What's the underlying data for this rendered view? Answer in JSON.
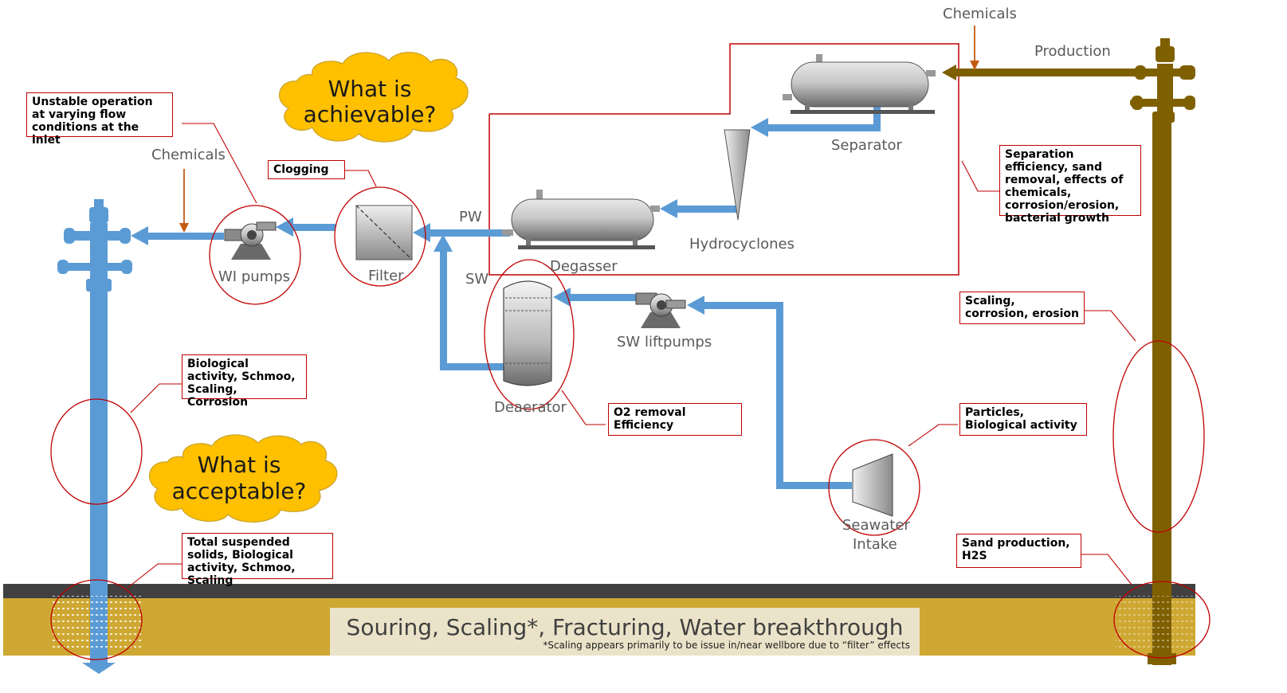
{
  "labels": {
    "chemicals_top": "Chemicals",
    "production": "Production",
    "separator": "Separator",
    "hydrocyclones": "Hydrocyclones",
    "degasser": "Degasser",
    "pw": "PW",
    "sw": "SW",
    "filter": "Filter",
    "wi_pumps": "WI pumps",
    "chemicals_left": "Chemicals",
    "sw_liftpumps": "SW liftpumps",
    "deaerator": "Deaerator",
    "seawater_line1": "Seawater",
    "seawater_line2": "Intake"
  },
  "clouds": {
    "achievable_line1": "What is",
    "achievable_line2": "achievable?",
    "acceptable_line1": "What is",
    "acceptable_line2": "acceptable?"
  },
  "callouts": {
    "unstable": "Unstable operation at varying flow conditions at the inlet",
    "clogging": "Clogging",
    "separation": "Separation efficiency, sand removal, effects of chemicals, corrosion/erosion, bacterial growth",
    "scaling_corrosion": "Scaling, corrosion, erosion",
    "biological": "Biological activity, Schmoo, Scaling, Corrosion",
    "o2": "O2 removal Efficiency",
    "particles": "Particles, Biological activity",
    "tss": "Total suspended solids, Biological activity, Schmoo, Scaling",
    "sand": "Sand production, H2S"
  },
  "banner": {
    "main": "Souring, Scaling*, Fracturing, Water breakthrough",
    "note": "*Scaling appears primarily to be issue in/near wellbore due to “filter” effects"
  },
  "colors": {
    "water_flow": "#5b9bd5",
    "production_flow": "#7f6000",
    "callout_border": "#c00000",
    "cloud_fill": "#ffc000",
    "reservoir": "#c9a227",
    "ground_line": "#404040"
  }
}
